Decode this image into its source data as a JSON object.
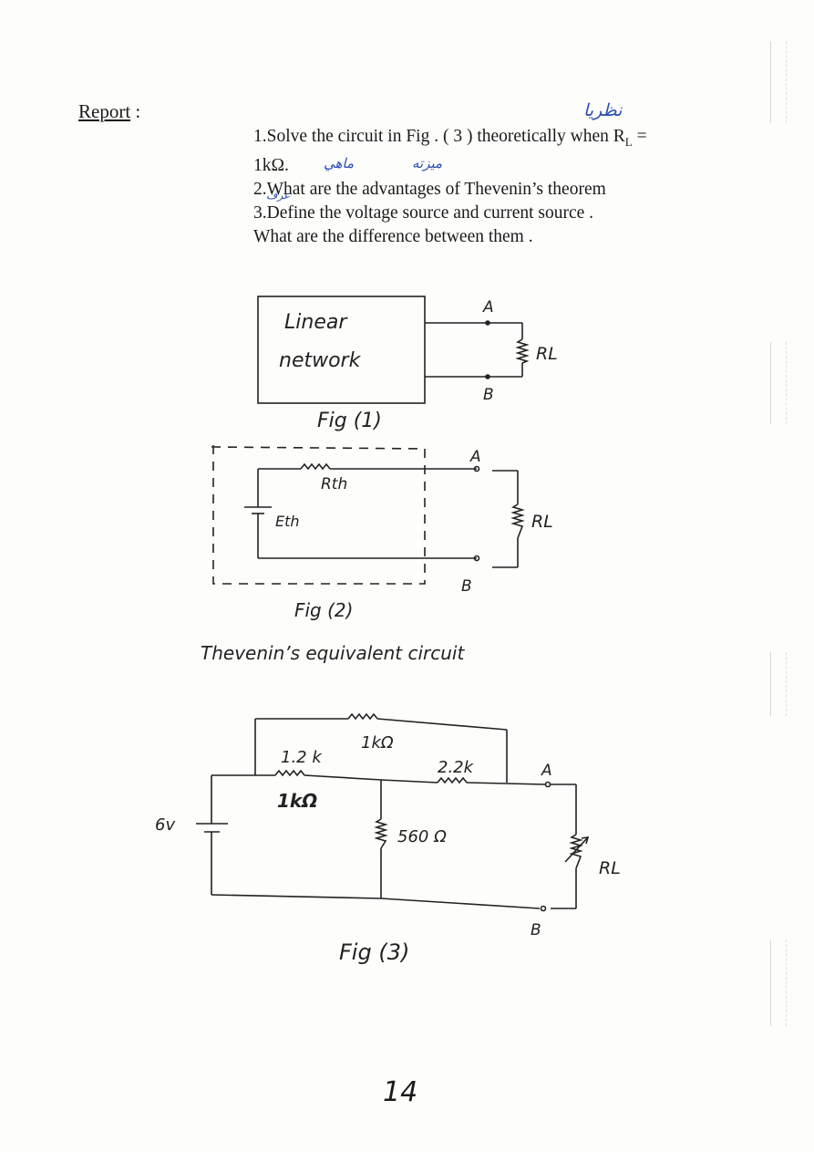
{
  "report": {
    "heading": "Report",
    "colon": " :",
    "annotation_top": "نظريا"
  },
  "questions": {
    "q1_line1": "1.Solve  the  circuit  in  Fig  .  ( 3 ) theoretically when R",
    "q1_sub": "L",
    "q1_eq": " =",
    "q1_line2": "1kΩ.",
    "q2": "2.What are the advantages of Thevenin’s theorem",
    "q3": "3.Define the voltage source and current source .",
    "q3b": "What are the difference between them .",
    "annot_q1": "ماهي",
    "annot_q2": "ميزته",
    "annot_q3": "عرف"
  },
  "fig1": {
    "box_line1": "Linear",
    "box_line2": "network",
    "terminal_a": "A",
    "terminal_b": "B",
    "load": "RL",
    "caption": "Fig (1)"
  },
  "fig2": {
    "rth": "Rth",
    "eth": "Eth",
    "terminal_a": "A",
    "terminal_b": "B",
    "load": "RL",
    "caption": "Fig (2)",
    "subtitle": "Thevenin’s   equivalent   circuit"
  },
  "fig3": {
    "r_top": "1kΩ",
    "r_left": "1.2 k",
    "r_left_note": "1kΩ",
    "r_right": "2.2k",
    "r_middle": "560 Ω",
    "source": "6v",
    "terminal_a": "A",
    "terminal_b": "B",
    "load": "RL",
    "caption": "Fig (3)"
  },
  "page_number": "14"
}
